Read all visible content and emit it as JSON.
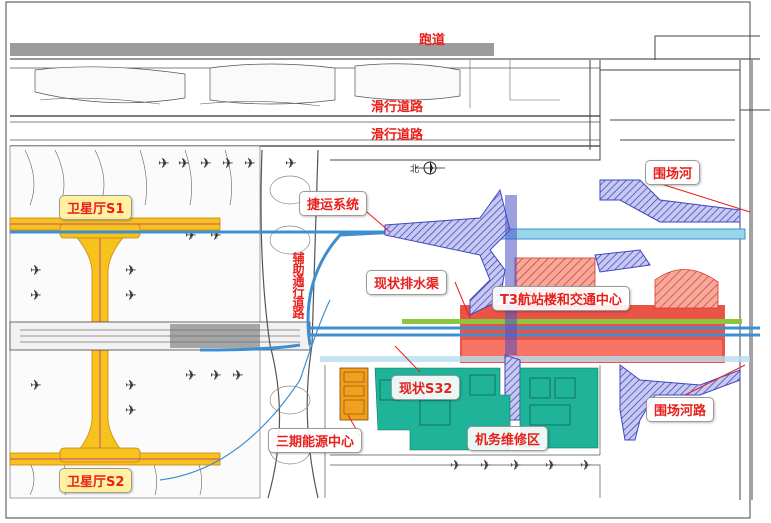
{
  "labels": {
    "runway": "跑道",
    "taxiway_1": "滑行道路",
    "taxiway_2": "滑行道路",
    "satellite_s1": "卫星厅S1",
    "satellite_s2": "卫星厅S2",
    "transit_system": "捷运系统",
    "drainage_channel": "现状排水渠",
    "t3_terminal": "T3航站楼和交通中心",
    "road_s32": "现状S32",
    "energy_center": "三期能源中心",
    "maintenance_area": "机务维修区",
    "river_top": "围场河",
    "river_road": "围场河路",
    "vertical_road": "辅助通行道路",
    "north_mark": "北"
  },
  "colors": {
    "label_red": "#e8201c",
    "satellite_yellow": "#f6c21c",
    "terminal_red": "#e94b3c",
    "maintenance_teal": "#1fb49a",
    "energy_orange": "#f0a01e",
    "transit_blue": "#3f8fd0",
    "drainage_green": "#8cc63f",
    "river_purple": "#4a52c8",
    "runway_gray": "#9c9c9c"
  }
}
